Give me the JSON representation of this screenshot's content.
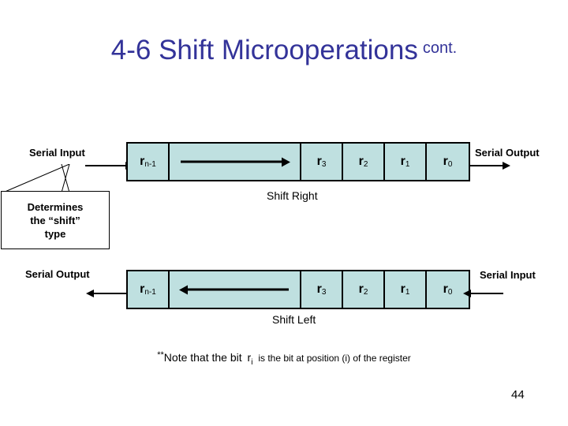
{
  "slide": {
    "title": "4-6 Shift Microoperations",
    "title_suffix": "cont.",
    "title_color": "#333399",
    "page_number": "44",
    "cell_fill_color": "#bfe0e0"
  },
  "callout": {
    "line1": "Determines",
    "line2": "the “shift”",
    "line3": "type"
  },
  "shift_right_row": {
    "caption": "Shift Right",
    "left_label": "Serial Input",
    "right_label": "Serial Output",
    "arrow_direction": "right",
    "cells": [
      {
        "name": "r",
        "sub": "n-1"
      },
      {
        "name": "",
        "sub": ""
      },
      {
        "name": "r",
        "sub": "3"
      },
      {
        "name": "r",
        "sub": "2"
      },
      {
        "name": "r",
        "sub": "1"
      },
      {
        "name": "r",
        "sub": "0"
      }
    ]
  },
  "shift_left_row": {
    "caption": "Shift Left",
    "left_label": "Serial Output",
    "right_label": "Serial Input",
    "arrow_direction": "left",
    "cells": [
      {
        "name": "r",
        "sub": "n-1"
      },
      {
        "name": "",
        "sub": ""
      },
      {
        "name": "r",
        "sub": "3"
      },
      {
        "name": "r",
        "sub": "2"
      },
      {
        "name": "r",
        "sub": "1"
      },
      {
        "name": "r",
        "sub": "0"
      }
    ]
  },
  "footnote": {
    "stars": "**",
    "text_before": "Note that the bit",
    "bit_name": "r",
    "bit_sub": "i",
    "text_after": "is the bit at position (i) of the register"
  }
}
